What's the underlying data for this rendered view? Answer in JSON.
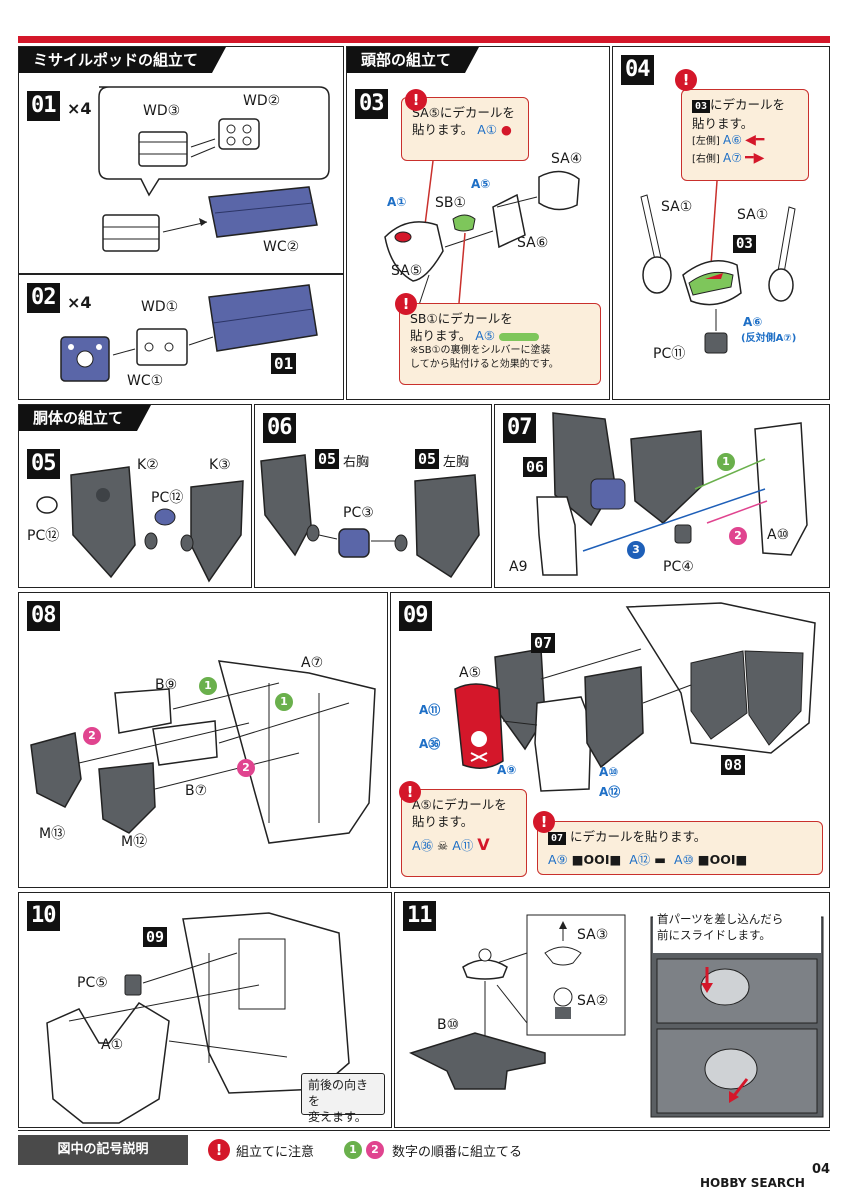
{
  "sections": {
    "missile_pod": "ミサイルポッドの組立て",
    "head": "頭部の組立て",
    "torso": "胴体の組立て"
  },
  "steps": {
    "s01": {
      "num": "01",
      "mult": "×4",
      "labels": {
        "wd3": "WD③",
        "wd2": "WD②",
        "wc2": "WC②"
      }
    },
    "s02": {
      "num": "02",
      "mult": "×4",
      "labels": {
        "wd1": "WD①",
        "wc1": "WC①",
        "ref": "01"
      }
    },
    "s03": {
      "num": "03",
      "labels": {
        "a1": "A①",
        "sb1": "SB①",
        "a5": "A⑤",
        "sa4": "SA④",
        "sa6": "SA⑥",
        "sa5": "SA⑤"
      },
      "note1": {
        "line1": "SA⑤にデカールを",
        "line2": "貼ります。",
        "decal": "A①"
      },
      "note2": {
        "line1": "SB①にデカールを",
        "line2": "貼ります。",
        "decal": "A⑤",
        "small1": "※SB①の裏側をシルバーに塗装",
        "small2": "してから貼付けると効果的です。"
      }
    },
    "s04": {
      "num": "04",
      "note": {
        "ref": "03",
        "line1": "にデカールを",
        "line2": "貼ります。",
        "left_tag": "[左側]",
        "left_decal": "A⑥",
        "right_tag": "[右側]",
        "right_decal": "A⑦"
      },
      "labels": {
        "sa1_left": "SA①",
        "sa1_right": "SA①",
        "ref": "03",
        "a6": "A⑥",
        "a6_note": "(反対側A⑦)",
        "pc11": "PC⑪"
      }
    },
    "s05": {
      "num": "05",
      "labels": {
        "k2": "K②",
        "k3": "K③",
        "pc12a": "PC⑫",
        "pc12b": "PC⑫"
      }
    },
    "s06": {
      "num": "06",
      "labels": {
        "ref_r": "05",
        "right": "右胸",
        "ref_l": "05",
        "left": "左胸",
        "pc3": "PC③"
      }
    },
    "s07": {
      "num": "07",
      "labels": {
        "ref": "06",
        "a9": "A9",
        "pc4": "PC④",
        "a10": "A⑩"
      },
      "order": [
        "1",
        "2",
        "3"
      ]
    },
    "s08": {
      "num": "08",
      "labels": {
        "b9": "B⑨",
        "a7": "A⑦",
        "b7": "B⑦",
        "m13": "M⑬",
        "m12": "M⑫"
      },
      "order": [
        "1",
        "1",
        "2",
        "2"
      ]
    },
    "s09": {
      "num": "09",
      "labels": {
        "ref07": "07",
        "a5": "A⑤",
        "a11": "A⑪",
        "a36": "A㊱",
        "a9": "A⑨",
        "a10": "A⑩",
        "a12": "A⑫",
        "ref08": "08"
      },
      "note1": {
        "line1": "A⑤にデカールを",
        "line2": "貼ります。",
        "d1": "A㊱",
        "d2": "A⑪"
      },
      "note2": {
        "ref": "07",
        "text": "にデカールを貼ります。",
        "d1": "A⑨",
        "d2": "A⑫",
        "d3": "A⑩"
      }
    },
    "s10": {
      "num": "10",
      "labels": {
        "ref": "09",
        "pc5": "PC⑤",
        "a1": "A①"
      },
      "note": {
        "line1": "前後の向きを",
        "line2": "変えます。"
      }
    },
    "s11": {
      "num": "11",
      "labels": {
        "sa3": "SA③",
        "sa2": "SA②",
        "b10": "B⑩"
      },
      "note": {
        "line1": "首パーツを差し込んだら",
        "line2": "前にスライドします。"
      }
    }
  },
  "legend": {
    "title": "図中の記号説明",
    "caution": "組立てに注意",
    "order_text": "数字の順番に組立てる",
    "n1": "1",
    "n2": "2"
  },
  "footer": {
    "watermark": "HOBBY SEARCH",
    "page": "04"
  },
  "colors": {
    "accent": "#d4172a",
    "blue_parts": "#5a66a8",
    "gray_parts": "#5b5f63",
    "note_bg": "#fbeedb",
    "green": "#6ab04c",
    "pink": "#e0448f",
    "blue_num": "#1e5fb8"
  }
}
